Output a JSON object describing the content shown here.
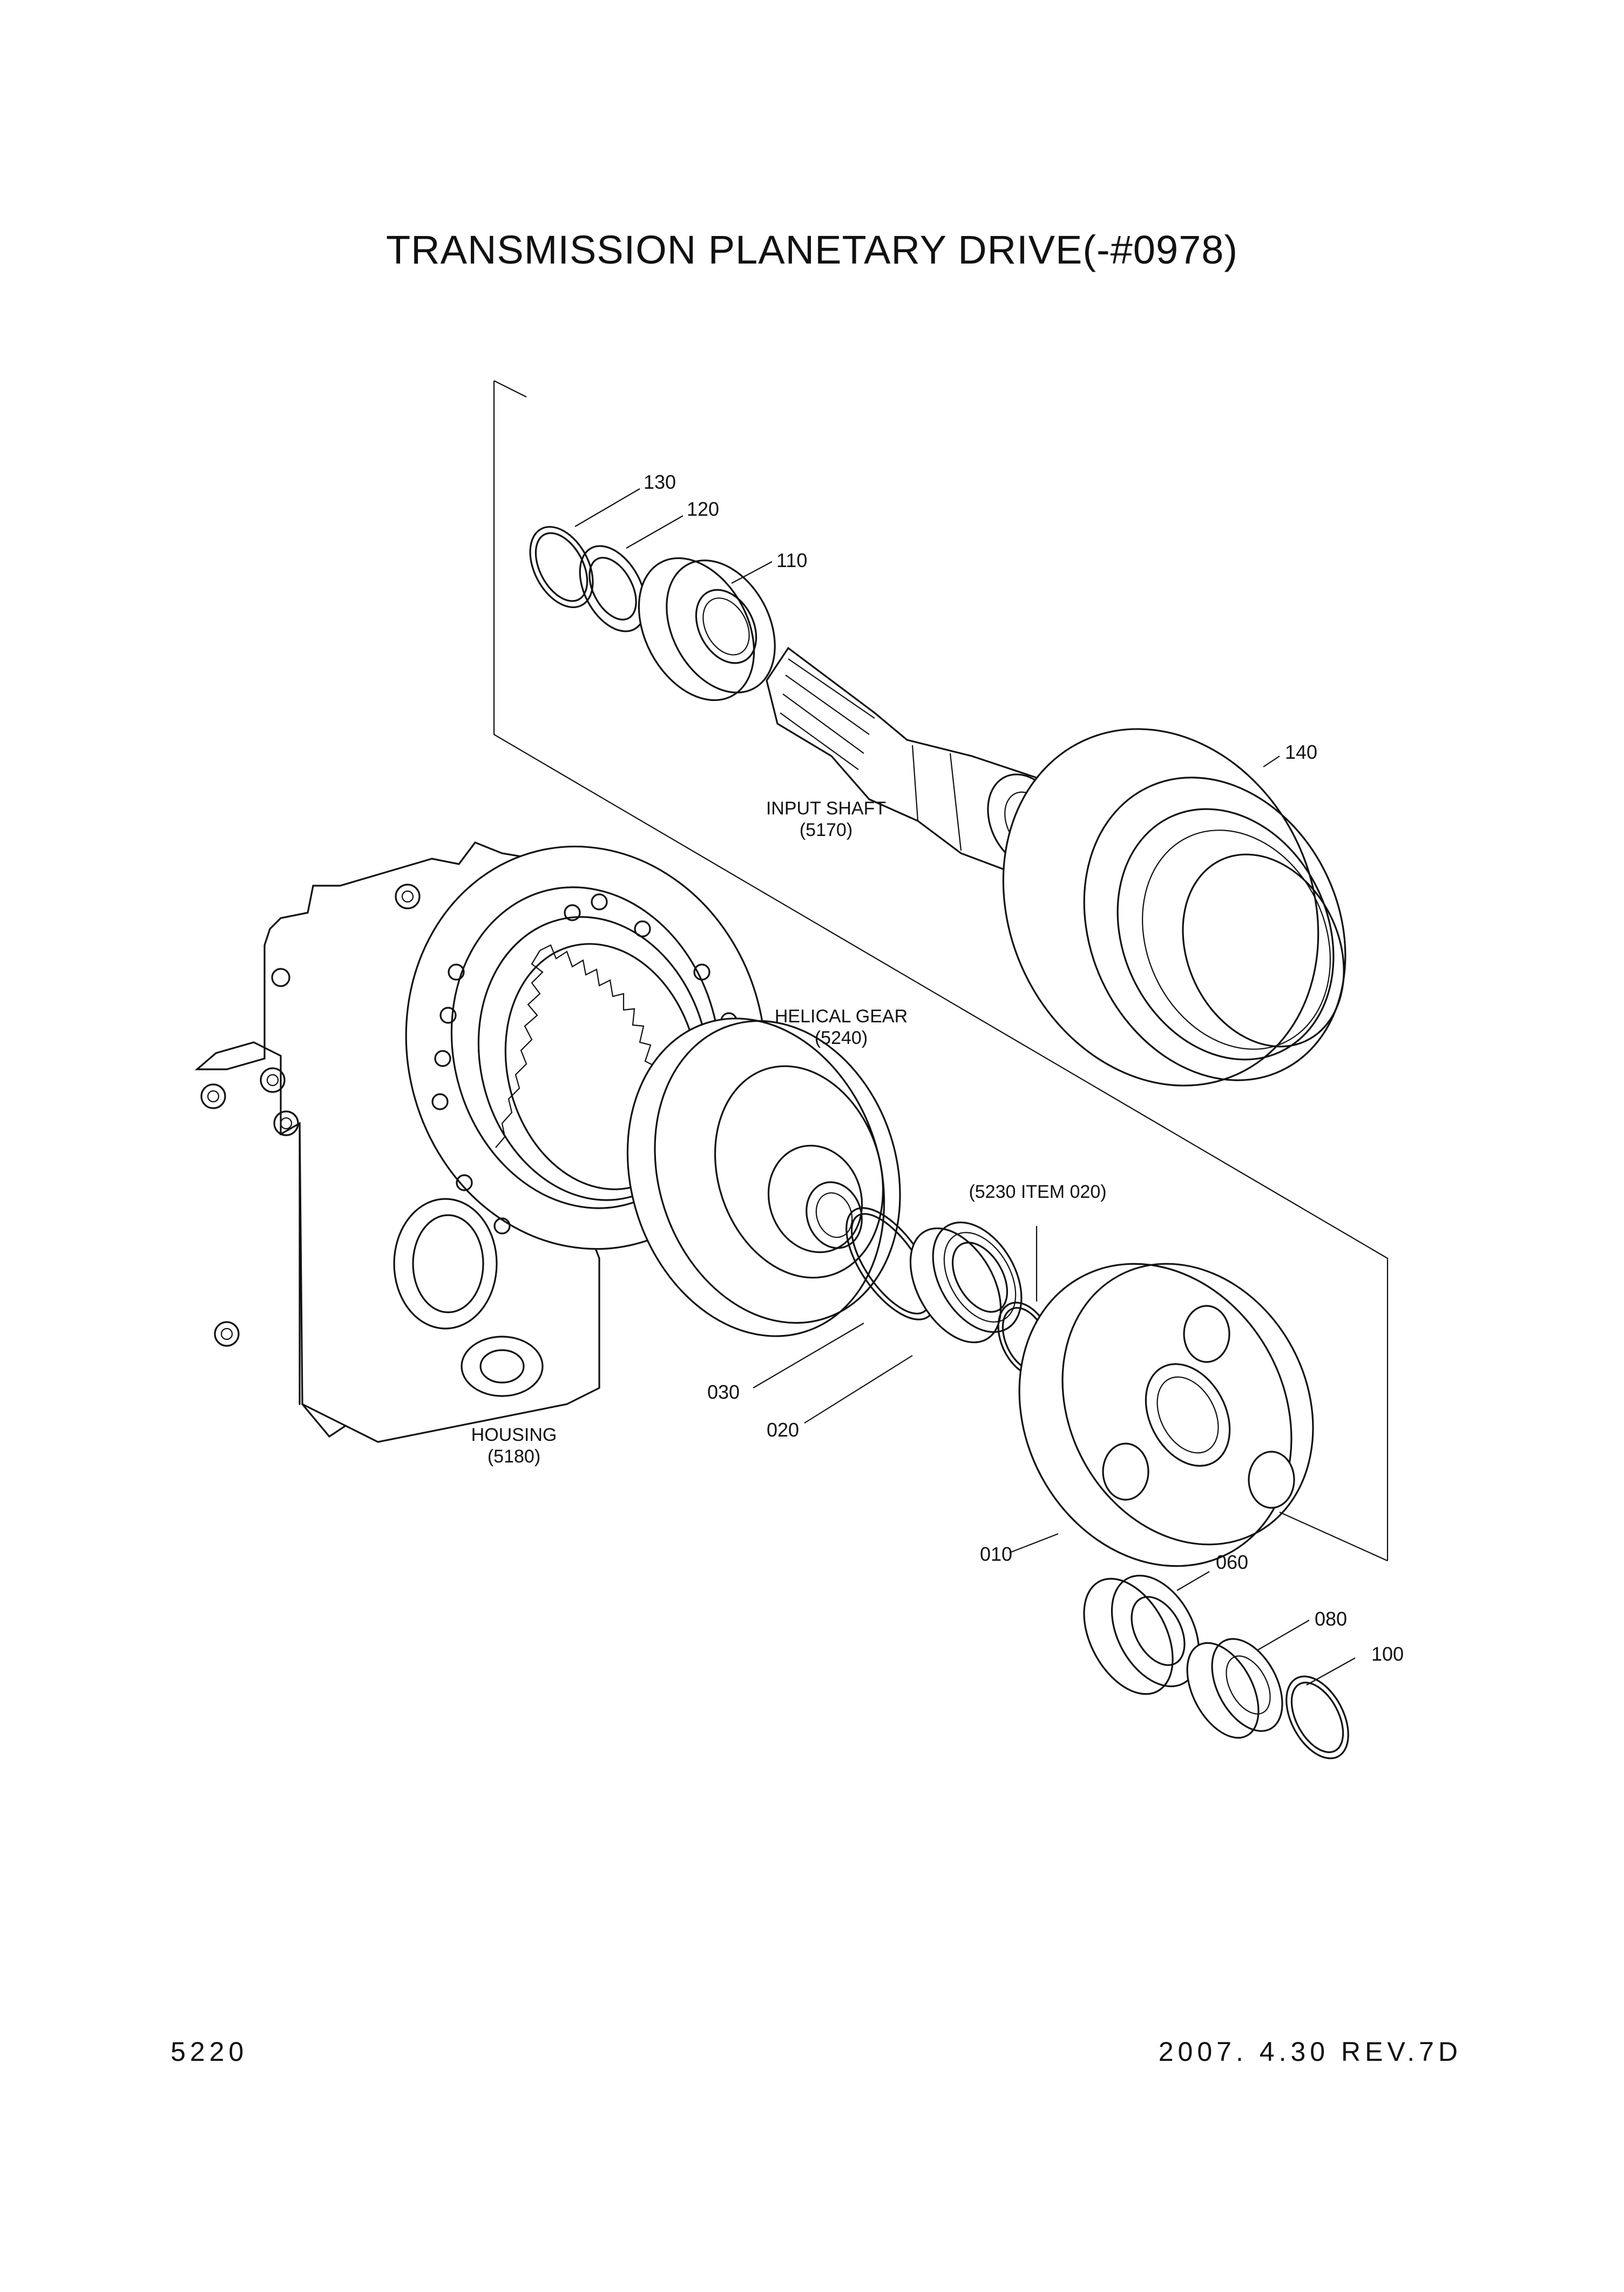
{
  "title": "TRANSMISSION PLANETARY DRIVE(-#0978)",
  "footer": {
    "page_code": "5220",
    "date_rev": "2007. 4.30  REV.7D"
  },
  "callouts": {
    "c130": "130",
    "c120": "120",
    "c110": "110",
    "c140": "140",
    "c030": "030",
    "c020": "020",
    "c010": "010",
    "c060": "060",
    "c080": "080",
    "c100": "100"
  },
  "parts": {
    "input_shaft": {
      "name": "INPUT SHAFT",
      "ref": "(5170)"
    },
    "helical_gear": {
      "name": "HELICAL GEAR",
      "ref": "(5240)"
    },
    "housing": {
      "name": "HOUSING",
      "ref": "(5180)"
    },
    "bearing_ref": "(5230 ITEM 020)"
  }
}
